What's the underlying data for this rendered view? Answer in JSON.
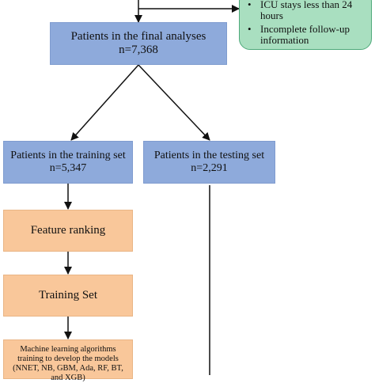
{
  "exclusion": {
    "items": [
      "ICU stays less than 24 hours",
      "Incomplete follow-up information"
    ]
  },
  "final": {
    "title": "Patients in the final analyses",
    "n": "n=7,368"
  },
  "training": {
    "title": "Patients in the training set",
    "n": "n=5,347"
  },
  "testing": {
    "title": "Patients in the testing set",
    "n": "n=2,291"
  },
  "feature_ranking": "Feature ranking",
  "training_set": "Training Set",
  "ml": "Machine learning algorithms training to develop the models (NNET, NB, GBM, Ada, RF, BT, and XGB)"
}
